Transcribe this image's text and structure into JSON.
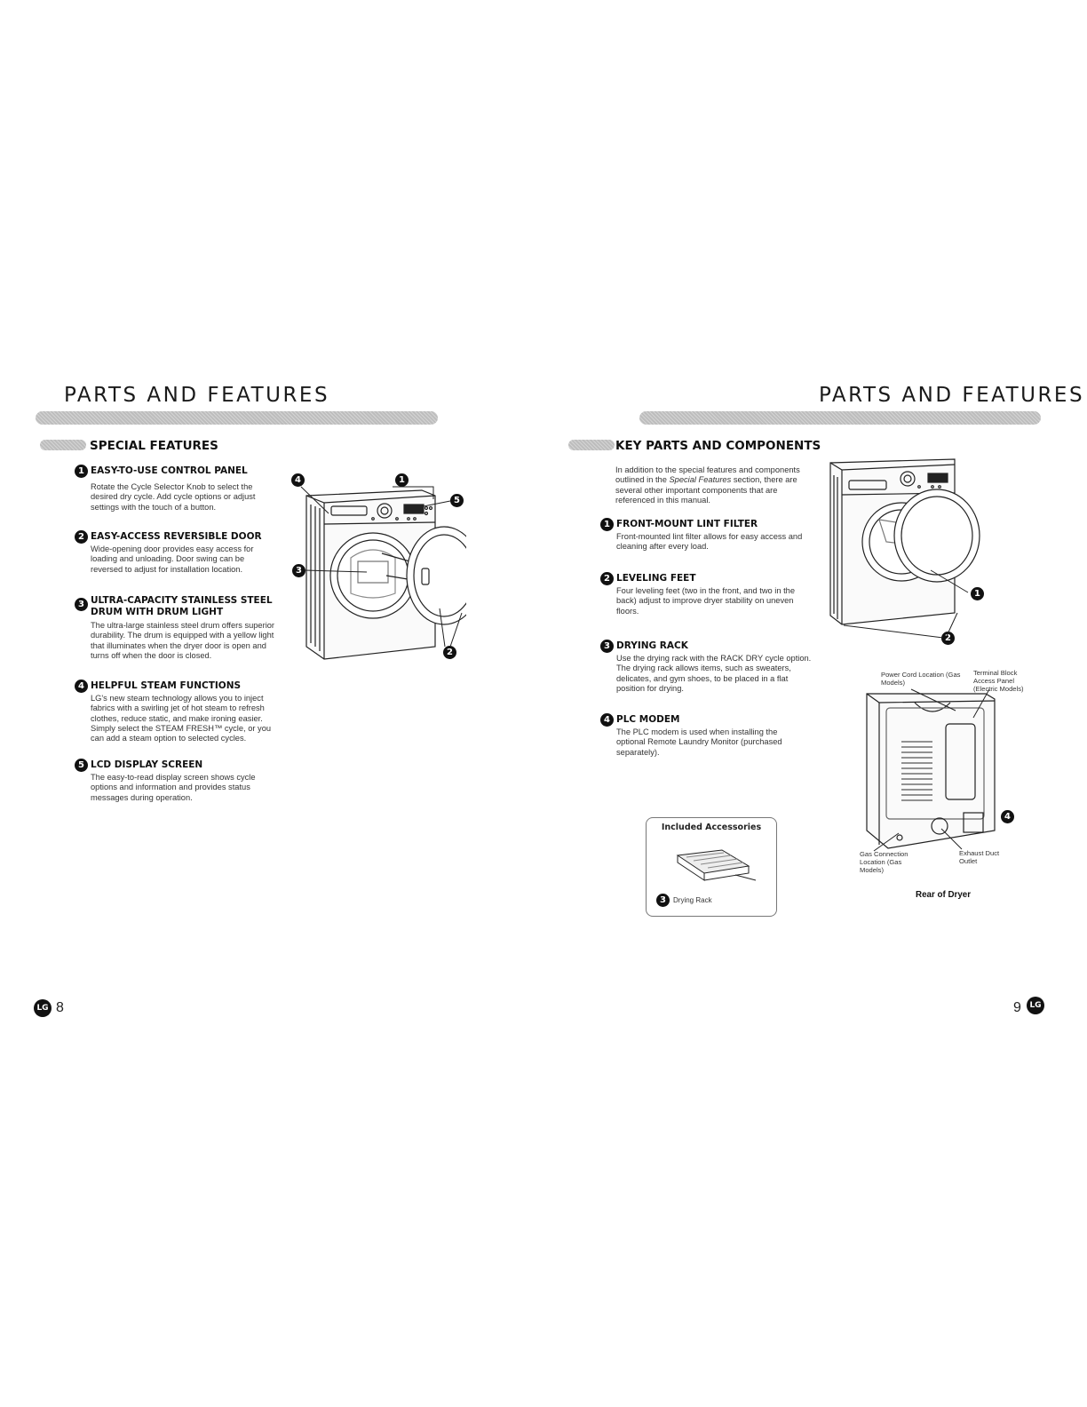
{
  "left": {
    "header_title": "PARTS AND FEATURES",
    "section_title": "SPECIAL FEATURES",
    "features": [
      {
        "num": "1",
        "title": "EASY-TO-USE CONTROL PANEL",
        "body": "Rotate the Cycle Selector Knob to select the desired dry cycle. Add cycle options or adjust settings with the touch of a button."
      },
      {
        "num": "2",
        "title": "EASY-ACCESS REVERSIBLE DOOR",
        "body": "Wide-opening door provides easy access for loading and unloading. Door swing can be reversed to adjust for installation location."
      },
      {
        "num": "3",
        "title": "ULTRA-CAPACITY STAINLESS STEEL DRUM WITH DRUM LIGHT",
        "body": "The ultra-large stainless steel drum offers superior durability. The drum is equipped with a yellow light that illuminates when the dryer door is open and turns off when the door is closed."
      },
      {
        "num": "4",
        "title": "HELPFUL STEAM FUNCTIONS",
        "body": "LG's new steam technology allows you to inject fabrics with a swirling jet of hot steam to refresh clothes, reduce static, and make ironing easier. Simply select the STEAM FRESH™ cycle, or you can add a steam option to selected cycles."
      },
      {
        "num": "5",
        "title": "LCD DISPLAY SCREEN",
        "body": "The easy-to-read display screen shows cycle options and information and provides status messages during operation."
      }
    ],
    "callouts": [
      "1",
      "2",
      "3",
      "4",
      "5"
    ],
    "page_number": "8",
    "logo": "LG"
  },
  "right": {
    "header_title": "PARTS AND FEATURES",
    "section_title": "KEY PARTS AND COMPONENTS",
    "intro_before": "In addition to the special features and components outlined in the ",
    "intro_italic": "Special Features",
    "intro_after": " section, there are several other important components that are referenced in this manual.",
    "parts": [
      {
        "num": "1",
        "title": "FRONT-MOUNT LINT FILTER",
        "body": "Front-mounted lint filter allows for easy access and cleaning after every load."
      },
      {
        "num": "2",
        "title": "LEVELING FEET",
        "body": "Four leveling feet (two in the front, and two in the back) adjust to improve dryer stability on uneven floors."
      },
      {
        "num": "3",
        "title": "DRYING RACK",
        "body": "Use the drying rack with the RACK DRY cycle option. The drying rack allows items, such as sweaters, delicates, and gym shoes, to be placed in a flat position for drying."
      },
      {
        "num": "4",
        "title": "PLC MODEM",
        "body": "The PLC modem is used when installing the optional Remote Laundry Monitor (purchased separately)."
      }
    ],
    "accessories": {
      "title": "Included Accessories",
      "item_num": "3",
      "item_label": "Drying Rack"
    },
    "rear": {
      "caption": "Rear of Dryer",
      "power_cord": "Power Cord Location (Gas Models)",
      "terminal_block": "Terminal Block Access Panel (Electric Models)",
      "gas_connection": "Gas Connection Location (Gas Models)",
      "exhaust": "Exhaust Duct Outlet",
      "callout": "4"
    },
    "front_callouts": [
      "1",
      "2"
    ],
    "page_number": "9",
    "logo": "LG"
  }
}
